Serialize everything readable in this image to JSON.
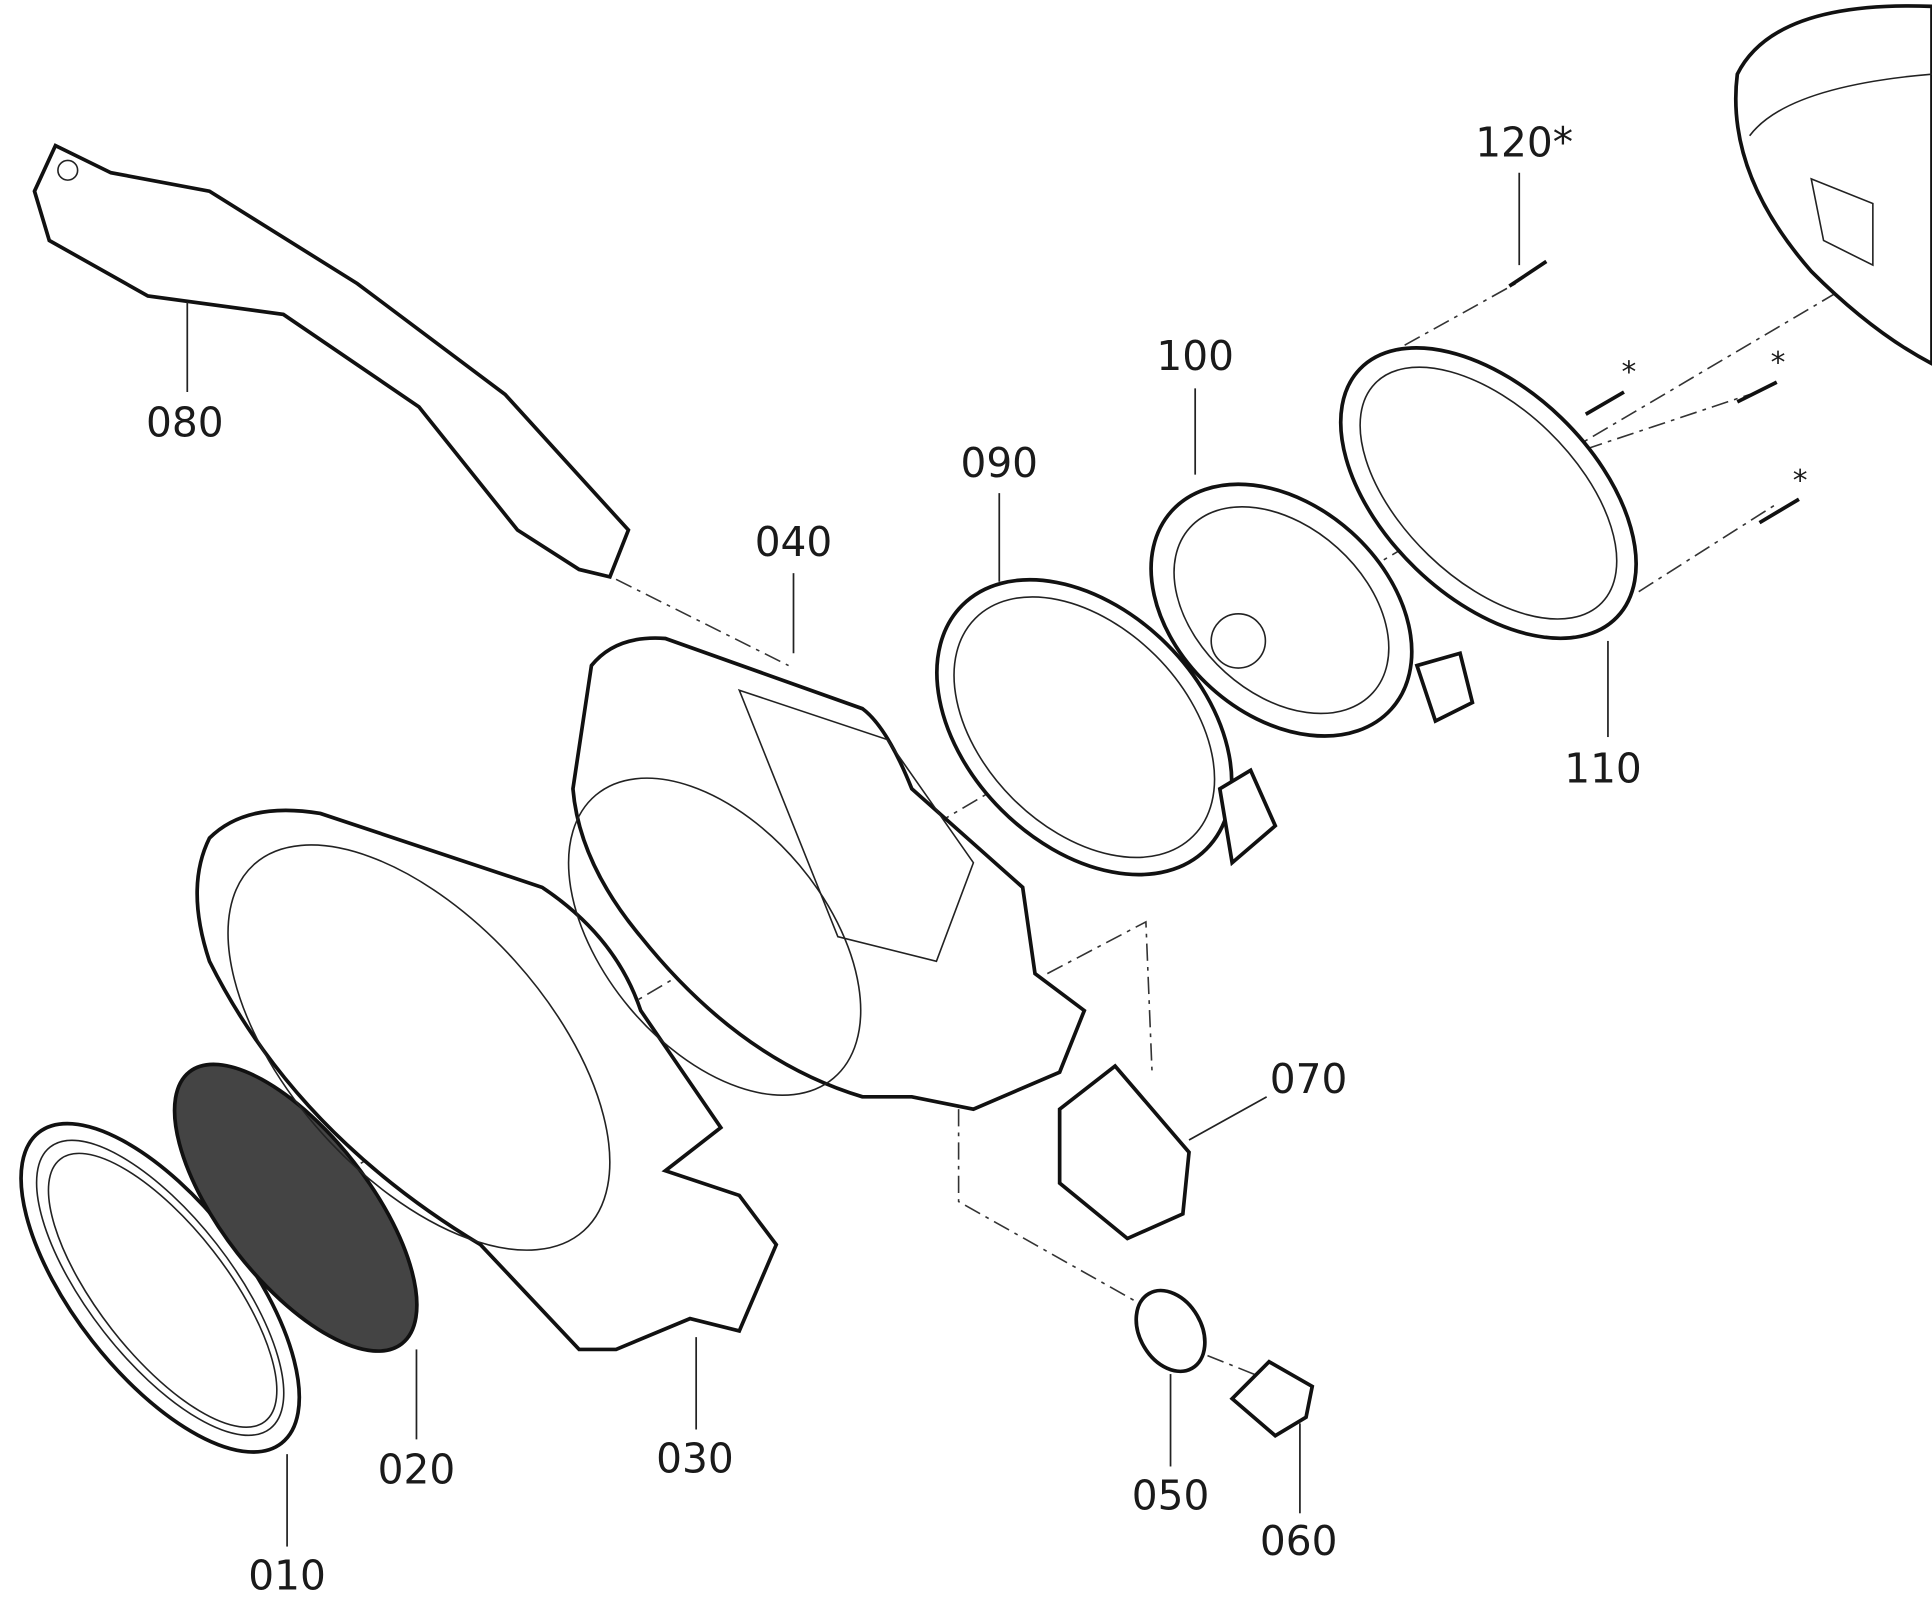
{
  "diagram": {
    "type": "exploded-parts-view",
    "parts": [
      {
        "id": "010"
      },
      {
        "id": "020"
      },
      {
        "id": "030"
      },
      {
        "id": "040"
      },
      {
        "id": "050"
      },
      {
        "id": "060"
      },
      {
        "id": "070"
      },
      {
        "id": "080"
      },
      {
        "id": "090"
      },
      {
        "id": "100"
      },
      {
        "id": "110"
      },
      {
        "id": "120*"
      }
    ],
    "screw_marker": "*"
  }
}
